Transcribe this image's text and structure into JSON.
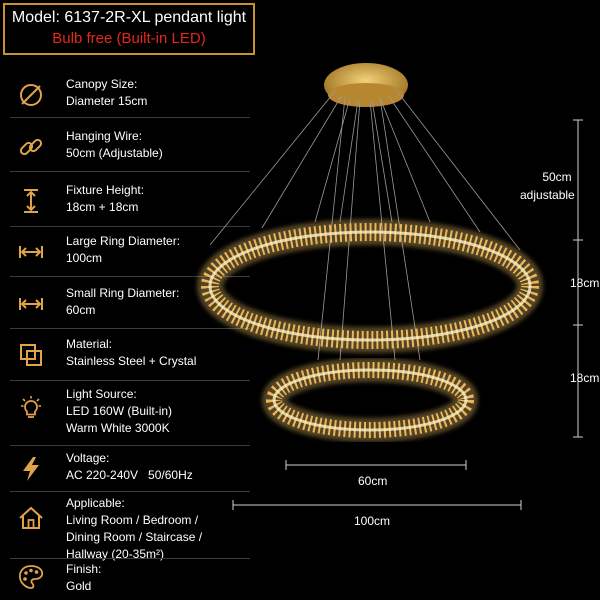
{
  "header": {
    "model": "Model: 6137-2R-XL pendant light",
    "bulb": "Bulb free (Built-in LED)"
  },
  "specs": [
    {
      "icon": "diameter-icon",
      "title": "Canopy Size:",
      "lines": [
        "Diameter 15cm"
      ]
    },
    {
      "icon": "chain-link-icon",
      "title": "Hanging Wire:",
      "lines": [
        "50cm (Adjustable)"
      ]
    },
    {
      "icon": "height-arrow-icon",
      "title": "Fixture Height:",
      "lines": [
        "18cm + 18cm"
      ]
    },
    {
      "icon": "width-arrow-icon",
      "title": "Large Ring Diameter:",
      "lines": [
        "100cm"
      ]
    },
    {
      "icon": "width-arrow-icon",
      "title": "Small Ring Diameter:",
      "lines": [
        "60cm"
      ]
    },
    {
      "icon": "material-squares-icon",
      "title": "Material:",
      "lines": [
        "Stainless Steel + Crystal"
      ]
    },
    {
      "icon": "light-bulb-icon",
      "title": "Light Source:",
      "lines": [
        "LED 160W (Built-in)",
        "Warm White 3000K"
      ]
    },
    {
      "icon": "lightning-bolt-icon",
      "title": "Voltage:",
      "lines": [
        "AC 220-240V   50/60Hz"
      ]
    },
    {
      "icon": "house-icon",
      "title": "Applicable:",
      "lines": [
        "Living Room / Bedroom /",
        "Dining Room / Staircase /",
        "Hallway (20-35m²)"
      ]
    },
    {
      "icon": "paint-palette-icon",
      "title": "Finish:",
      "lines": [
        "Gold"
      ]
    }
  ],
  "dimensions": {
    "wire_line1": "50cm",
    "wire_line2": "adjustable",
    "upper_height": "18cm",
    "lower_height": "18cm",
    "small_diameter": "60cm",
    "large_diameter": "100cm"
  },
  "colors": {
    "accent": "#c9902e",
    "bulb_text": "#e8261a",
    "icon": "#e0a347"
  }
}
